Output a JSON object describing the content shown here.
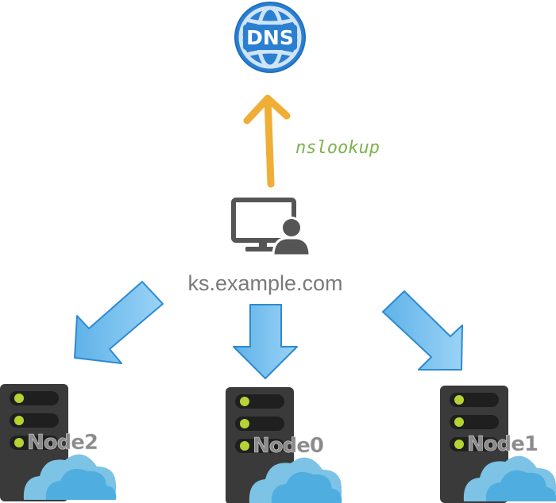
{
  "diagram": {
    "dns": {
      "label": "DNS",
      "icon": "dns-globe-icon",
      "color": "#2b7fd1"
    },
    "lookup": {
      "label": "nslookup",
      "arrow_color": "#efae35",
      "label_color": "#7db350"
    },
    "client": {
      "icon": "computer-user-icon",
      "domain": "ks.example.com",
      "color": "#555555"
    },
    "arrow_color": "#6cbcec",
    "nodes": [
      {
        "label": "Node2",
        "icon": "server-cloud-icon"
      },
      {
        "label": "Node0",
        "icon": "server-cloud-icon"
      },
      {
        "label": "Node1",
        "icon": "server-cloud-icon"
      }
    ]
  }
}
